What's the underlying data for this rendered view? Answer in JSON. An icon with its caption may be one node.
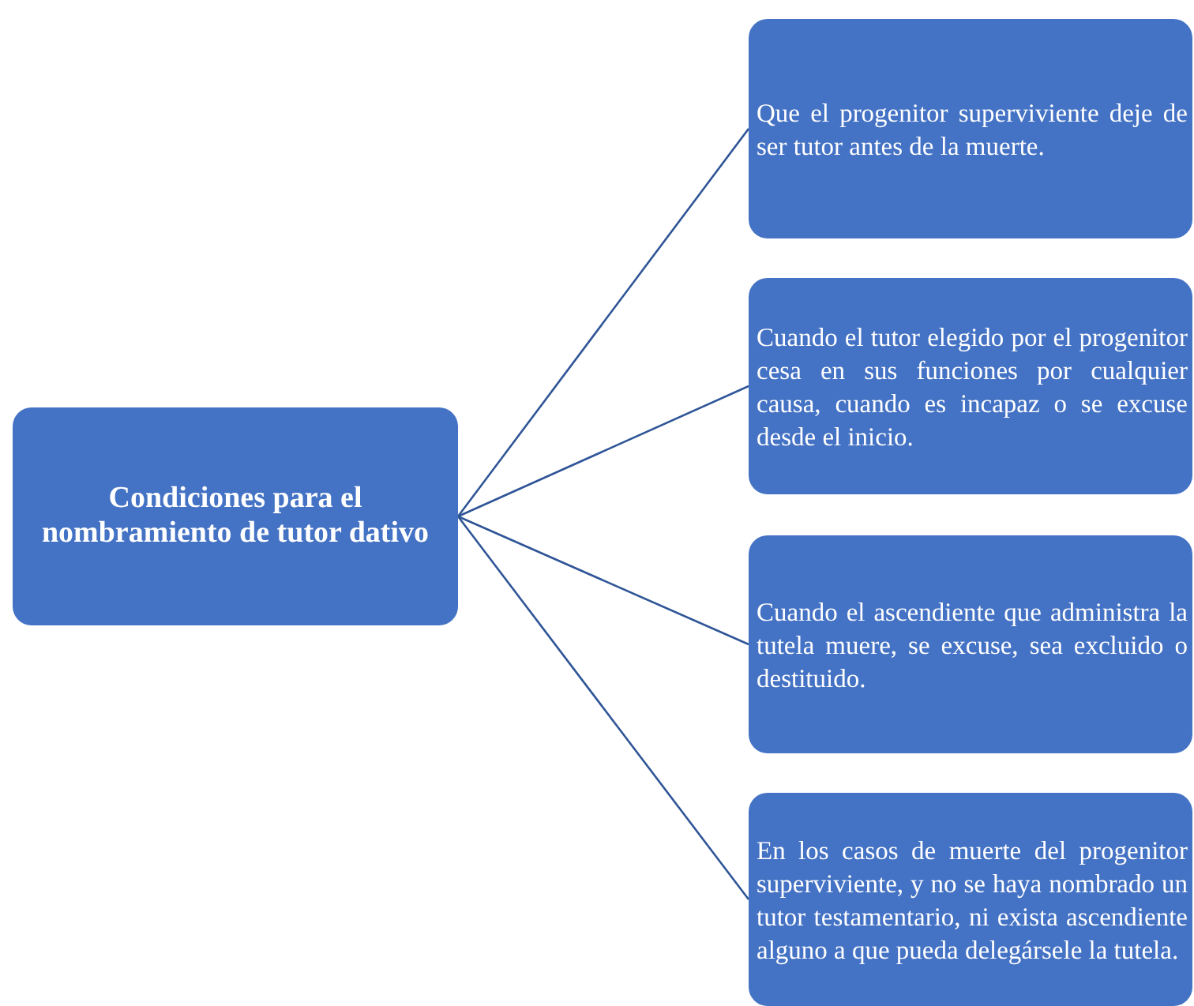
{
  "diagram": {
    "nodes": [
      {
        "text": [
          "Condiciones para el nombramiento de tutor dativo"
        ]
      },
      {
        "text": [
          "Que el progenitor superviviente deje de ser tutor antes de la muerte."
        ]
      },
      {
        "text": [
          "Cuando el tutor elegido por el progenitor cesa en sus funciones por cualquier causa, cuando es incapaz o se excuse desde el inicio."
        ]
      },
      {
        "text": [
          "Cuando el ascendiente que administra la tutela muere, se excuse, sea excluido o destituido."
        ]
      },
      {
        "text": [
          "En los casos de muerte del progenitor superviviente, y no se haya nombrado un tutor testamentario, ni exista ascendiente alguno a que pueda delegársele la tutela."
        ]
      }
    ],
    "edges": [
      {
        "from": 0,
        "to": 1,
        "arrow": "none"
      },
      {
        "from": 0,
        "to": 2,
        "arrow": "none"
      },
      {
        "from": 0,
        "to": 3,
        "arrow": "none"
      },
      {
        "from": 0,
        "to": 4,
        "arrow": "none"
      }
    ]
  }
}
